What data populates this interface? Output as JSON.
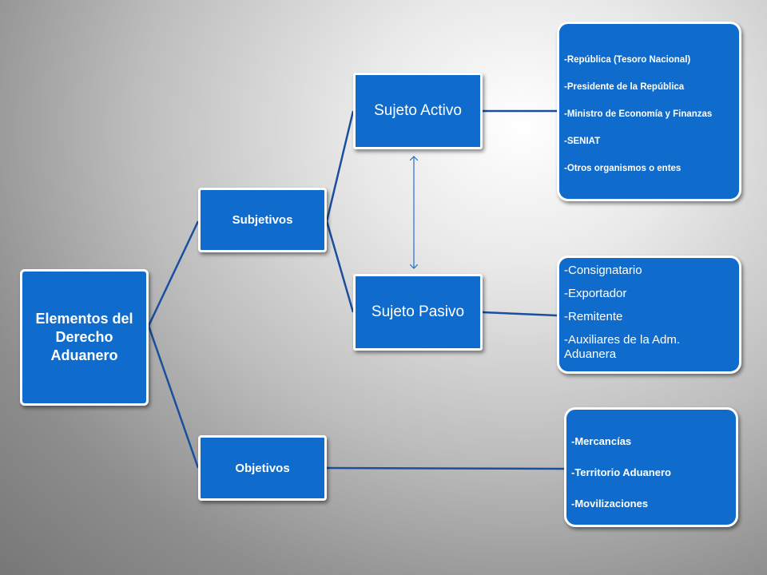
{
  "diagram": {
    "root": {
      "label": "Elementos del Derecho Aduanero"
    },
    "subjetivos": {
      "label": "Subjetivos"
    },
    "objetivos": {
      "label": "Objetivos"
    },
    "sujeto_activo": {
      "label": "Sujeto Activo",
      "items": [
        "-República (Tesoro Nacional)",
        "-Presidente de la República",
        "-Ministro de Economía y Finanzas",
        "-SENIAT",
        "-Otros organismos o entes"
      ]
    },
    "sujeto_pasivo": {
      "label": "Sujeto Pasivo",
      "items": [
        "-Consignatario",
        "-Exportador",
        "-Remitente",
        "-Auxiliares de la Adm. Aduanera"
      ]
    },
    "objetivos_list": {
      "items": [
        "-Mercancías",
        "-Territorio Aduanero",
        "-Movilizaciones"
      ]
    },
    "colors": {
      "node_fill": "#0f6ccc",
      "connector": "#1a4e9e",
      "border": "#ffffff"
    }
  }
}
